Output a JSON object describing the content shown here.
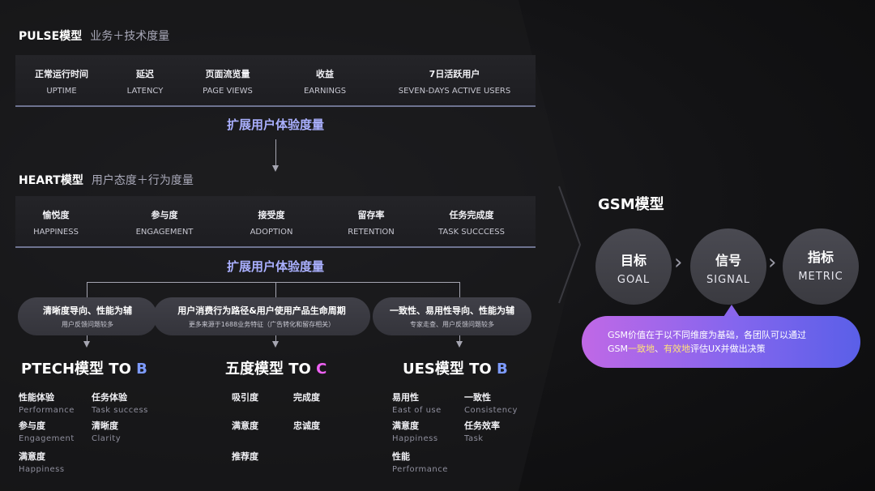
{
  "pulse": {
    "title": "PULSE模型",
    "subtitle": "业务＋技术度量",
    "metrics": [
      {
        "cn": "正常运行时间",
        "en": "UPTIME"
      },
      {
        "cn": "延迟",
        "en": "LATENCY"
      },
      {
        "cn": "页面流览量",
        "en": "PAGE VIEWS"
      },
      {
        "cn": "收益",
        "en": "EARNINGS"
      },
      {
        "cn": "7日活跃用户",
        "en": "SEVEN-DAYS ACTIVE USERS"
      }
    ]
  },
  "extend_label_1": "扩展用户体验度量",
  "heart": {
    "title": "HEART模型",
    "subtitle": "用户态度＋行为度量",
    "metrics": [
      {
        "cn": "愉悦度",
        "en": "HAPPINESS"
      },
      {
        "cn": "参与度",
        "en": "ENGAGEMENT"
      },
      {
        "cn": "接受度",
        "en": "ADOPTION"
      },
      {
        "cn": "留存率",
        "en": "RETENTION"
      },
      {
        "cn": "任务完成度",
        "en": "TASK SUCCCESS"
      }
    ]
  },
  "extend_label_2": "扩展用户体验度量",
  "pills": [
    {
      "main": "清晰度导向、性能为辅",
      "sub": "用户反馈问题较多"
    },
    {
      "main": "用户消费行为路径&用户使用产品生命周期",
      "sub": "更多来源于1688业务特征（广告转化和留存相关）"
    },
    {
      "main": "一致性、易用性导向、性能为辅",
      "sub": "专家走查、用户反馈问题较多"
    }
  ],
  "models": {
    "ptech": {
      "title_main": "PTECH模型 TO ",
      "title_accent": "B",
      "items": [
        {
          "cn": "性能体验",
          "en": "Performance"
        },
        {
          "cn": "任务体验",
          "en": "Task success"
        },
        {
          "cn": "参与度",
          "en": "Engagement"
        },
        {
          "cn": "清晰度",
          "en": "Clarity"
        },
        {
          "cn": "满意度",
          "en": "Happiness"
        }
      ]
    },
    "wudu": {
      "title_main": "五度模型 TO ",
      "title_accent": "C",
      "items": [
        {
          "cn": "吸引度"
        },
        {
          "cn": "完成度"
        },
        {
          "cn": "满意度"
        },
        {
          "cn": "忠诚度"
        },
        {
          "cn": "推荐度"
        }
      ]
    },
    "ues": {
      "title_main": "UES模型 TO ",
      "title_accent": "B",
      "items": [
        {
          "cn": "易用性",
          "en": "East of use"
        },
        {
          "cn": "一致性",
          "en": "Consistency"
        },
        {
          "cn": "满意度",
          "en": "Happiness"
        },
        {
          "cn": "任务效率",
          "en": "Task"
        },
        {
          "cn": "性能",
          "en": "Performance"
        }
      ]
    }
  },
  "gsm": {
    "title": "GSM模型",
    "nodes": [
      {
        "cn": "目标",
        "en": "GOAL"
      },
      {
        "cn": "信号",
        "en": "SIGNAL"
      },
      {
        "cn": "指标",
        "en": "METRIC"
      }
    ],
    "chevron": "›",
    "callout": {
      "line1": "GSM价值在于以不同维度为基础，各团队可以通过",
      "line2_pre": "GSM",
      "line2_hl1": "一致地",
      "line2_sep": "、",
      "line2_hl2": "有效地",
      "line2_post": "评估UX并做出决策"
    }
  },
  "colors": {
    "accent_b": "#7d9bff",
    "accent_c": "#ef62f4",
    "extend_label": "#aab0ff",
    "callout_highlight": "#ffe27a"
  }
}
